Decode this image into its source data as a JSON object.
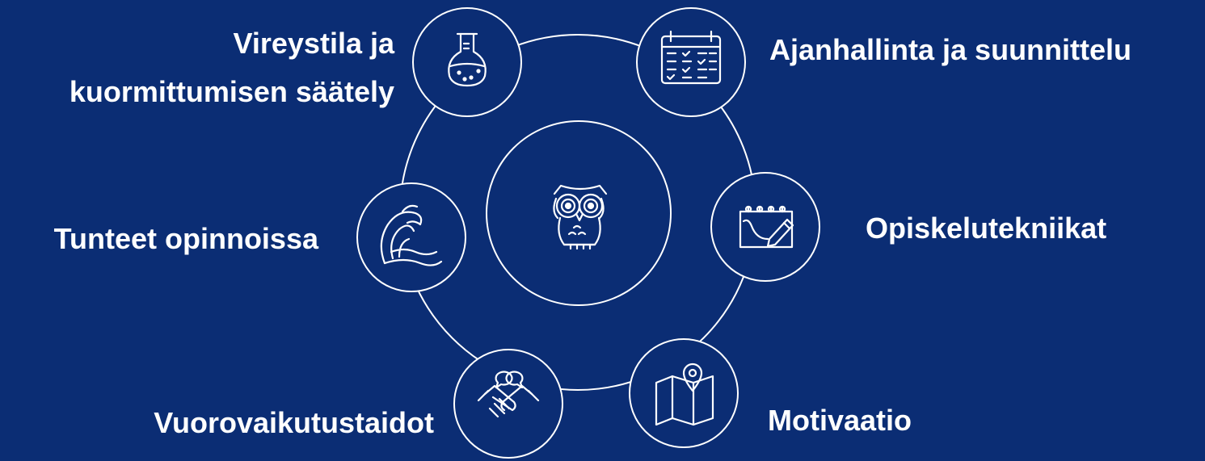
{
  "colors": {
    "background": "#0b2d74",
    "line": "#ffffff",
    "text": "#ffffff"
  },
  "center": {
    "icon": "owl-icon"
  },
  "nodes": [
    {
      "id": "vireystila",
      "icon": "flask-icon",
      "label_lines": [
        "Vireystila ja",
        "kuormittumisen säätely"
      ]
    },
    {
      "id": "ajanhallinta",
      "icon": "calendar-icon",
      "label_lines": [
        "Ajanhallinta ja suunnittelu"
      ]
    },
    {
      "id": "opiskelutekniikat",
      "icon": "notepad-pencil-icon",
      "label_lines": [
        "Opiskelutekniikat"
      ]
    },
    {
      "id": "motivaatio",
      "icon": "map-pin-icon",
      "label_lines": [
        "Motivaatio"
      ]
    },
    {
      "id": "vuorovaikutustaidot",
      "icon": "handshake-icon",
      "label_lines": [
        "Vuorovaikutustaidot"
      ]
    },
    {
      "id": "tunteet",
      "icon": "wave-icon",
      "label_lines": [
        "Tunteet opinnoissa"
      ]
    }
  ]
}
